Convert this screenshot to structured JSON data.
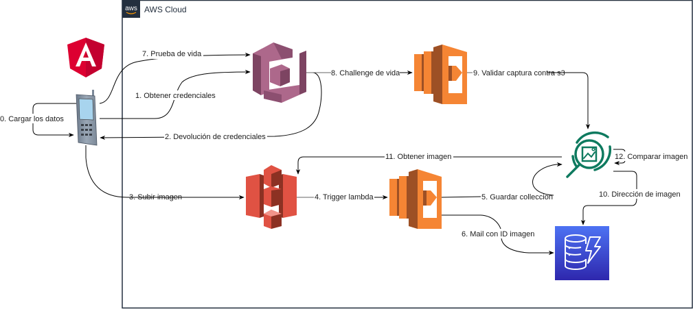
{
  "cloud": {
    "title": "AWS Cloud",
    "badge": "aws"
  },
  "nodes": {
    "angular": {
      "name": "Angular",
      "icon": "angular-logo-icon",
      "color": "#dd0031"
    },
    "phone": {
      "name": "Mobile device",
      "icon": "mobile-phone-icon"
    },
    "cognito": {
      "name": "Amazon Cognito",
      "icon": "cognito-icon",
      "color": "#ad688b"
    },
    "lambda_top": {
      "name": "AWS Lambda",
      "icon": "lambda-icon",
      "color": "#f58534"
    },
    "rekognition": {
      "name": "Amazon Rekognition",
      "icon": "rekognition-icon",
      "color": "#0e7a5f"
    },
    "s3": {
      "name": "Amazon S3",
      "icon": "s3-icon",
      "color": "#e05243"
    },
    "lambda_bottom": {
      "name": "AWS Lambda",
      "icon": "lambda-icon",
      "color": "#f58534"
    },
    "dynamodb": {
      "name": "Amazon DynamoDB",
      "icon": "dynamodb-icon",
      "color": "#3b48cc"
    }
  },
  "edges": [
    {
      "label": "0. Cargar los datos",
      "from": "phone",
      "to": "phone"
    },
    {
      "label": "1. Obtener credenciales",
      "from": "phone",
      "to": "cognito"
    },
    {
      "label": "2. Devolución de credenciales",
      "from": "cognito",
      "to": "phone"
    },
    {
      "label": "3. Subir imagen",
      "from": "phone",
      "to": "s3"
    },
    {
      "label": "4. Trigger lambda",
      "from": "s3",
      "to": "lambda_bottom"
    },
    {
      "label": "5. Guardar colleccion",
      "from": "lambda_bottom",
      "to": "rekognition"
    },
    {
      "label": "6. Mail con ID imagen",
      "from": "lambda_bottom",
      "to": "dynamodb"
    },
    {
      "label": "7. Prueba de vida",
      "from": "phone",
      "to": "cognito"
    },
    {
      "label": "8. Challenge de vida",
      "from": "cognito",
      "to": "lambda_top"
    },
    {
      "label": "9. Validar captura contra s3",
      "from": "lambda_top",
      "to": "rekognition"
    },
    {
      "label": "10. Dirección de imagen",
      "from": "rekognition",
      "to": "dynamodb"
    },
    {
      "label": "11. Obtener imagen",
      "from": "rekognition",
      "to": "s3"
    },
    {
      "label": "12. Comparar imagen",
      "from": "rekognition",
      "to": "rekognition"
    }
  ]
}
